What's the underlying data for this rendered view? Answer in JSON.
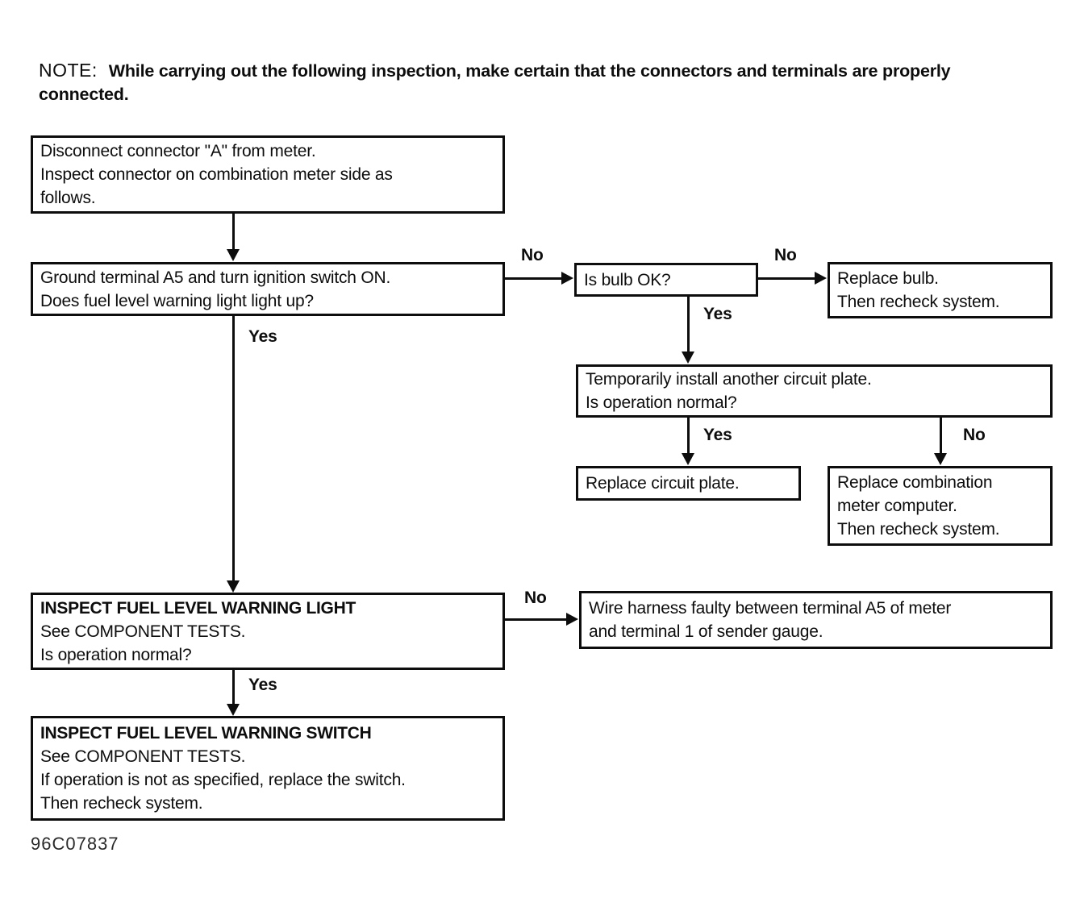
{
  "note": {
    "prefix": "NOTE:",
    "line1": "While carrying out the following inspection, make certain that the connectors and terminals are properly",
    "line2": "connected."
  },
  "labels": {
    "yes": "Yes",
    "no": "No"
  },
  "boxes": {
    "disconnect": {
      "lines": [
        "Disconnect connector \"A\" from meter.",
        "Inspect connector on combination meter side as",
        "follows."
      ]
    },
    "ground": {
      "lines": [
        "Ground terminal A5 and turn ignition switch ON.",
        "Does fuel level warning light light up?"
      ]
    },
    "bulb_ok": {
      "lines": [
        "Is bulb OK?"
      ]
    },
    "replace_bulb": {
      "lines": [
        "Replace bulb.",
        "Then recheck system."
      ]
    },
    "temp_install": {
      "lines": [
        "Temporarily install another circuit plate.",
        "Is operation normal?"
      ]
    },
    "replace_plate": {
      "lines": [
        "Replace circuit plate."
      ]
    },
    "replace_computer": {
      "lines": [
        "Replace combination",
        "meter computer.",
        "Then recheck system."
      ]
    },
    "inspect_light": {
      "title": "INSPECT FUEL LEVEL WARNING LIGHT",
      "lines": [
        "See COMPONENT TESTS.",
        "Is operation normal?"
      ]
    },
    "wire_harness": {
      "lines": [
        "Wire harness faulty between terminal A5 of meter",
        "and terminal 1 of sender gauge."
      ]
    },
    "inspect_switch": {
      "title": "INSPECT FUEL LEVEL WARNING SWITCH",
      "lines": [
        "See COMPONENT TESTS.",
        "If operation is not as specified, replace the switch.",
        "Then recheck system."
      ]
    }
  },
  "figure_code": "96C07837"
}
